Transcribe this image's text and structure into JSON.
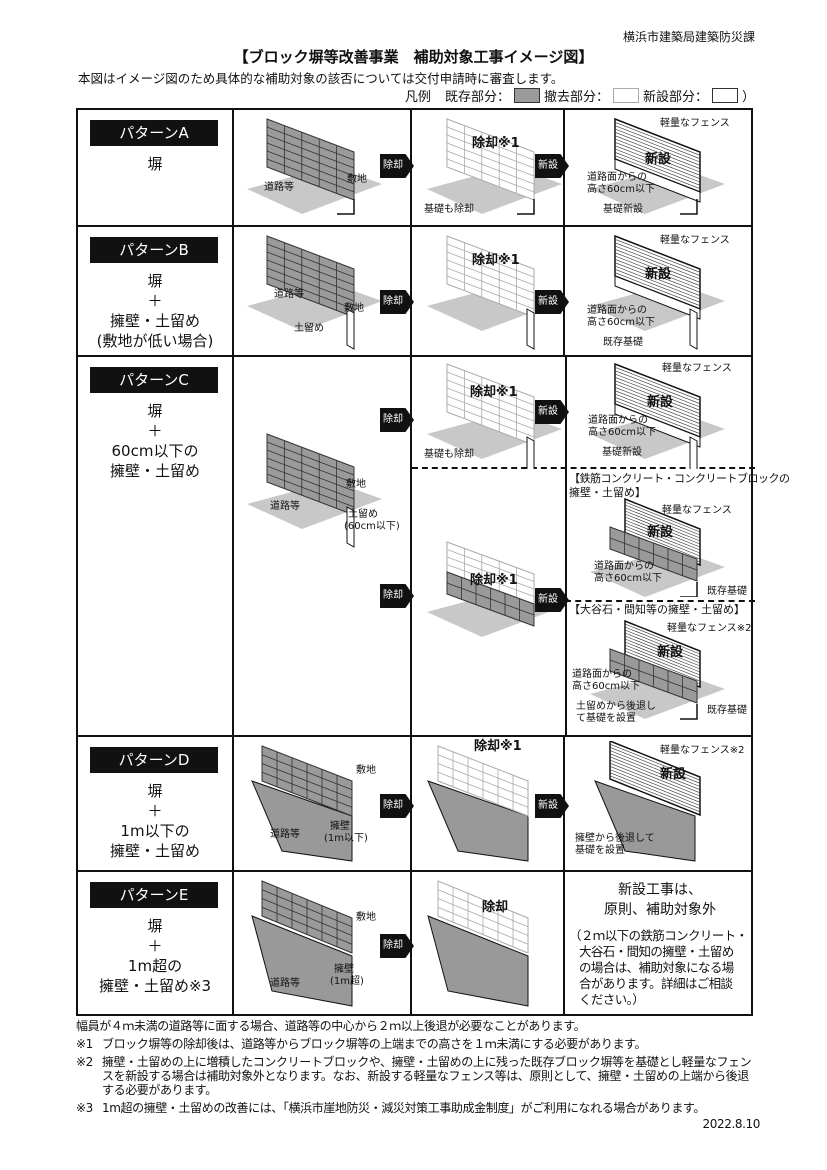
{
  "header": {
    "dept": "横浜市建築局建築防災課",
    "title": "【ブロック塀等改善事業　補助対象工事イメージ図】",
    "note": "本図はイメージ図のため具体的な補助対象の該否については交付申請時に審査します。",
    "legend": {
      "label": "凡例",
      "existing": "既存部分：",
      "removed": "撤去部分：",
      "new": "新設部分：",
      "close": "）"
    }
  },
  "colors": {
    "existing": "#9a9a9a",
    "removed": "#ffffff",
    "new": "#ffffff"
  },
  "arrows": {
    "remove": "除却",
    "install": "新設"
  },
  "patterns": [
    {
      "name": "パターンA",
      "desc": [
        "塀"
      ]
    },
    {
      "name": "パターンB",
      "desc": [
        "塀",
        "＋",
        "擁壁・土留め",
        "(敷地が低い場合)"
      ]
    },
    {
      "name": "パターンC",
      "desc": [
        "塀",
        "＋",
        "60cm以下の",
        "擁壁・土留め"
      ]
    },
    {
      "name": "パターンD",
      "desc": [
        "塀",
        "＋",
        "1m以下の",
        "擁壁・土留め"
      ]
    },
    {
      "name": "パターンE",
      "desc": [
        "塀",
        "＋",
        "1m超の",
        "擁壁・土留め※3"
      ]
    }
  ],
  "labels": {
    "road": "道路等",
    "site": "敷地",
    "removal": "除却※1",
    "removal_plain": "除却",
    "found_removed": "基礎も除却",
    "light_fence": "軽量なフェンス",
    "light_fence2": "軽量なフェンス※2",
    "new": "新設",
    "height1": "道路面からの",
    "height2": "高さ60cm以下",
    "new_found": "基礎新設",
    "exist_found": "既存基礎",
    "retain": "土留め",
    "retain60": "土留め",
    "retain60b": "(60cm以下)",
    "yoheki": "擁壁",
    "yoheki1m": "(1m以下)",
    "yoheki1mover": "(1m超)",
    "rc_title1": "【鉄筋コンクリート・コンクリートブロックの",
    "rc_title2": "擁壁・土留め】",
    "oya_title": "【大谷石・間知等の擁壁・土留め】",
    "setback_retain1": "土留めから後退し",
    "setback_retain2": "て基礎を設置",
    "setback_yoheki1": "擁壁から後退して",
    "setback_yoheki2": "基礎を設置",
    "e_out1": "新設工事は、",
    "e_out2": "原則、補助対象外",
    "e_note": [
      "（２ｍ以下の鉄筋コンクリート・",
      "大谷石・間知の擁壁・土留め",
      "の場合は、補助対象になる場",
      "合があります。詳細はご相談",
      "ください。）"
    ]
  },
  "footnotes": {
    "intro": "幅員が４ｍ未満の道路等に面する場合、道路等の中心から２ｍ以上後退が必要なことがあります。",
    "items": [
      {
        "mark": "※1",
        "text": "ブロック塀等の除却後は、道路等からブロック塀等の上端までの高さを１ｍ未満にする必要があります。"
      },
      {
        "mark": "※2",
        "text": "擁壁・土留めの上に増積したコンクリートブロックや、擁壁・土留めの上に残った既存ブロック塀等を基礎とし軽量なフェンスを新設する場合は補助対象外となります。なお、新設する軽量なフェンス等は、原則として、擁壁・土留めの上端から後退する必要があります。"
      },
      {
        "mark": "※3",
        "text": "1m超の擁壁・土留めの改善には、「横浜市崖地防災・減災対策工事助成金制度」がご利用になれる場合があります。"
      }
    ],
    "date": "2022.8.10"
  }
}
